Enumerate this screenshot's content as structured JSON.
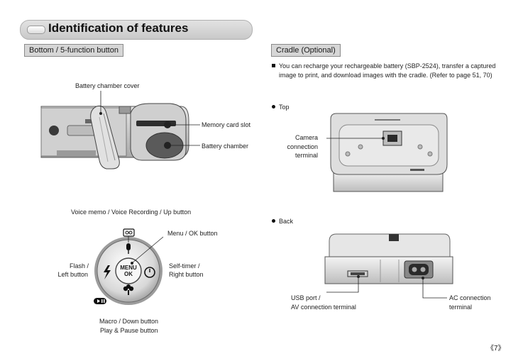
{
  "header": {
    "title": "Identification of features"
  },
  "left": {
    "section": "Bottom / 5-function button",
    "bottom_labels": {
      "cover": "Battery chamber cover",
      "memory": "Memory card slot",
      "battery": "Battery chamber"
    },
    "button_labels": {
      "voice": "Voice memo / Voice Recording / Up button",
      "menu": "Menu / OK button",
      "flash1": "Flash /",
      "flash2": "Left button",
      "timer1": "Self-timer /",
      "timer2": "Right button",
      "macro1": "Macro / Down button",
      "macro2": "Play & Pause button"
    },
    "menu_text1": "MENU",
    "menu_text2": "OK"
  },
  "right": {
    "section": "Cradle (Optional)",
    "desc1": "You can recharge your rechargeable battery (SBP-2524), transfer a captured",
    "desc2": "image to print, and download images with the cradle. (Refer to page  51, 70)",
    "top": "Top",
    "camera1": "Camera",
    "camera2": "connection",
    "camera3": "terminal",
    "back": "Back",
    "usb1": "USB port /",
    "usb2": "AV connection terminal",
    "ac1": "AC connection",
    "ac2": "terminal"
  },
  "page_number": "《7》"
}
